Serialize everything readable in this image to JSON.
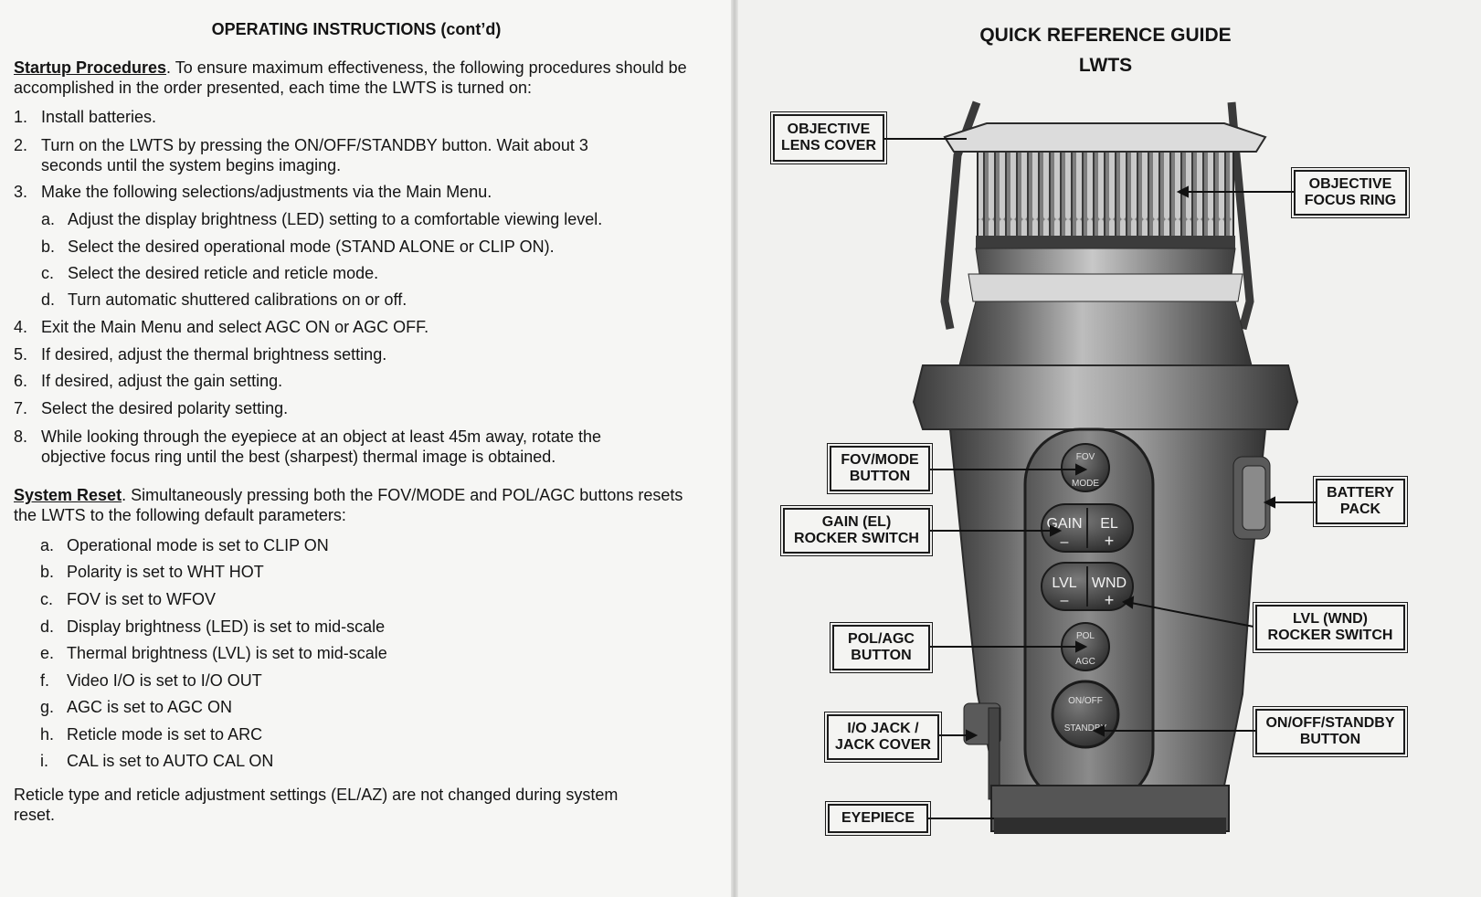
{
  "left_page": {
    "title": "OPERATING INSTRUCTIONS (cont’d)",
    "startup": {
      "lead": "Startup Procedures",
      "text": ".  To ensure maximum effectiveness, the following procedures should be accomplished in the order presented, each time the LWTS is turned on:"
    },
    "steps": [
      {
        "num": "1.",
        "text": "Install batteries."
      },
      {
        "num": "2.",
        "text": "Turn on the LWTS by pressing the ON/OFF/STANDBY button.  Wait about 3 seconds until the system begins imaging."
      },
      {
        "num": "3.",
        "text": "Make the following selections/adjustments via the Main Menu."
      },
      {
        "num": "4.",
        "text": "Exit the Main Menu and select AGC ON or AGC OFF."
      },
      {
        "num": "5.",
        "text": "If desired, adjust the thermal brightness setting."
      },
      {
        "num": "6.",
        "text": "If desired, adjust the gain setting."
      },
      {
        "num": "7.",
        "text": "Select the desired polarity setting."
      },
      {
        "num": "8.",
        "text": "While looking through the eyepiece at an object at least 45m away, rotate the objective focus ring until the best (sharpest) thermal image is obtained."
      }
    ],
    "substeps": [
      {
        "num": "a.",
        "text": "Adjust the display brightness (LED) setting to a comfortable viewing level."
      },
      {
        "num": "b.",
        "text": "Select the desired operational mode (STAND ALONE or CLIP ON)."
      },
      {
        "num": "c.",
        "text": "Select the desired reticle and reticle mode."
      },
      {
        "num": "d.",
        "text": "Turn automatic shuttered calibrations on or off."
      }
    ],
    "reset": {
      "lead": "System Reset",
      "text": ".  Simultaneously pressing both the FOV/MODE and POL/AGC buttons resets the LWTS to the following default parameters:"
    },
    "defaults": [
      {
        "num": "a.",
        "text": "Operational mode is set to CLIP ON"
      },
      {
        "num": "b.",
        "text": "Polarity is set to WHT HOT"
      },
      {
        "num": "c.",
        "text": "FOV is set to WFOV"
      },
      {
        "num": "d.",
        "text": "Display brightness (LED) is set to mid-scale"
      },
      {
        "num": "e.",
        "text": "Thermal brightness (LVL) is set to mid-scale"
      },
      {
        "num": "f.",
        "text": "Video I/O is set to I/O OUT"
      },
      {
        "num": "g.",
        "text": "AGC is set to AGC ON"
      },
      {
        "num": "h.",
        "text": "Reticle mode is set to ARC"
      },
      {
        "num": "i.",
        "text": "CAL is set to AUTO CAL ON"
      }
    ],
    "footer": "Reticle type and reticle adjustment settings (EL/AZ) are not changed during system reset."
  },
  "right_page": {
    "title_line1": "QUICK REFERENCE GUIDE",
    "title_line2": "LWTS",
    "callouts": {
      "objective_lens_cover": [
        "OBJECTIVE",
        "LENS COVER"
      ],
      "objective_focus_ring": [
        "OBJECTIVE",
        "FOCUS RING"
      ],
      "fov_mode_button": [
        "FOV/MODE",
        "BUTTON"
      ],
      "battery_pack": [
        "BATTERY",
        "PACK"
      ],
      "gain_rocker": [
        "GAIN (EL)",
        "ROCKER SWITCH"
      ],
      "lvl_rocker": [
        "LVL (WND)",
        "ROCKER SWITCH"
      ],
      "pol_agc_button": [
        "POL/AGC",
        "BUTTON"
      ],
      "io_jack": [
        "I/O JACK /",
        "JACK COVER"
      ],
      "on_off_button": [
        "ON/OFF/STANDBY",
        "BUTTON"
      ],
      "eyepiece": [
        "EYEPIECE"
      ]
    },
    "device_labels": {
      "fov_top": "FOV",
      "fov_bottom": "MODE",
      "gain": "GAIN",
      "gain_minus": "–",
      "el": "EL",
      "el_plus": "+",
      "lvl": "LVL",
      "lvl_minus": "–",
      "wnd": "WND",
      "wnd_plus": "+",
      "pol_top": "POL",
      "pol_bottom": "AGC",
      "onoff_top": "ON/OFF",
      "onoff_bottom": "STANDBY"
    }
  }
}
